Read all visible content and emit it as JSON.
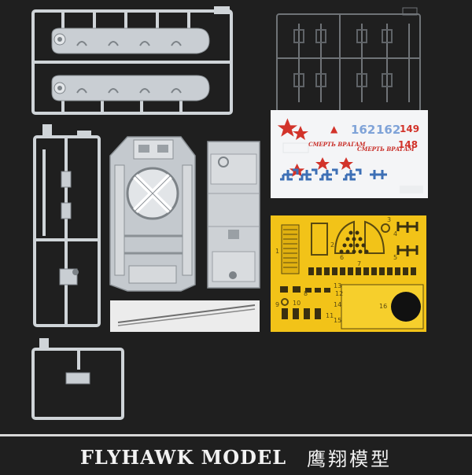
{
  "footer": {
    "brand": "FLYHAWK  MODEL",
    "brand_cn": "鹰翔模型"
  },
  "decal_sheet": {
    "numbers": [
      "162",
      "162",
      "149",
      "148"
    ],
    "slogans": [
      "СМЕРТЬ ВРАГАМ",
      "СМЕРТЬ ВРАГАМ"
    ]
  },
  "etch_sheet": {
    "part_numbers": [
      "1",
      "2",
      "3",
      "4",
      "5",
      "6",
      "7",
      "8",
      "9",
      "10",
      "11",
      "12",
      "13",
      "14",
      "15",
      "16"
    ]
  },
  "colors": {
    "background": "#1f1f1f",
    "plastic": "#cfd4d8",
    "decal_red": "#d2332a",
    "decal_blue": "#3d6fb5",
    "etch_yellow": "#f2c318"
  }
}
